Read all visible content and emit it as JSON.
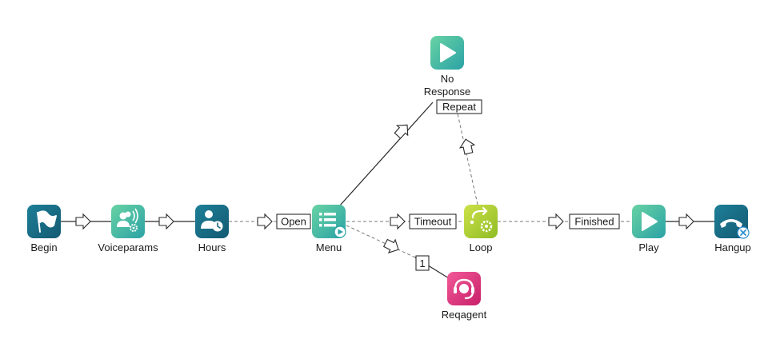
{
  "colors": {
    "teal_dark": "#17677f",
    "teal_mid": "#1f8a9c",
    "green_teal": "#5cc7a0",
    "lime": "#b4d23a",
    "lime_dark": "#8fbc25",
    "pink": "#e83e86",
    "pink_dark": "#c81f69",
    "line": "#2a2a2a",
    "dashed": "#7a7a7a",
    "badge": "#2f8fd0"
  },
  "nodes": {
    "begin": {
      "label": "Begin",
      "icon": "flag-icon"
    },
    "voiceparams": {
      "label": "Voiceparams",
      "icon": "voice-settings-icon"
    },
    "hours": {
      "label": "Hours",
      "icon": "user-clock-icon"
    },
    "menu": {
      "label": "Menu",
      "icon": "list-icon"
    },
    "loop": {
      "label": "Loop",
      "icon": "loop-settings-icon"
    },
    "play": {
      "label": "Play",
      "icon": "play-icon"
    },
    "hangup": {
      "label": "Hangup",
      "icon": "phone-hangup-icon"
    },
    "noresponse": {
      "label_line1": "No",
      "label_line2": "Response",
      "icon": "play-icon"
    },
    "reqagent": {
      "label": "Reqagent",
      "icon": "headset-icon"
    }
  },
  "edges": {
    "open": "Open",
    "timeout": "Timeout",
    "finished": "Finished",
    "repeat": "Repeat",
    "one": "1"
  }
}
